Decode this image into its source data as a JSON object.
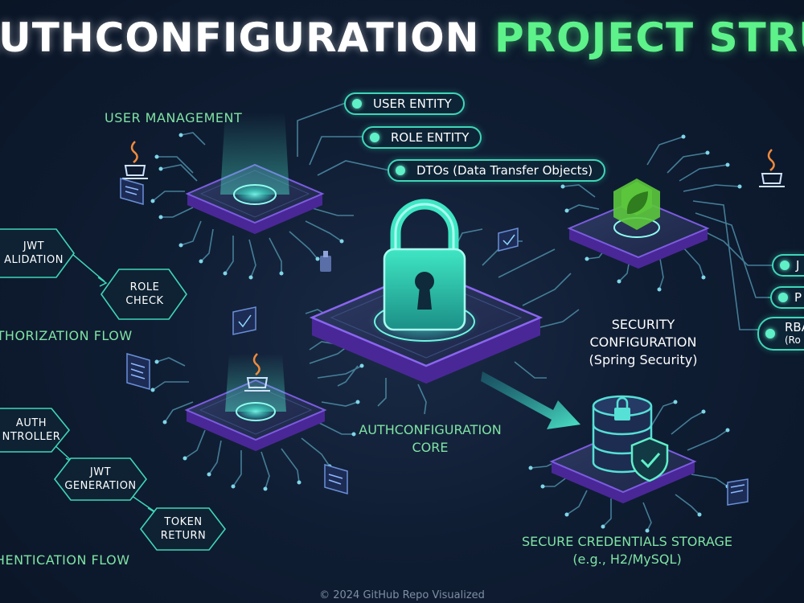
{
  "title": {
    "part1": "AUTHCONFIGURATION",
    "part2": "PROJECT STRUCTURE"
  },
  "sections": {
    "user_management": "USER MANAGEMENT",
    "authorization_flow": "AUTHORIZATION FLOW",
    "security_configuration": [
      "SECURITY",
      "CONFIGURATION",
      "(Spring Security)"
    ],
    "core": [
      "AUTHCONFIGURATION",
      "CORE"
    ],
    "authentication_flow": "AUTHENTICATION FLOW",
    "storage": [
      "SECURE CREDENTIALS STORAGE",
      "(e.g., H2/MySQL)"
    ]
  },
  "user_items": [
    "USER ENTITY",
    "ROLE ENTITY",
    "DTOs (Data Transfer Objects)"
  ],
  "security_items": [
    "J",
    "P",
    "RBA"
  ],
  "security_items_sub": [
    "(Ro"
  ],
  "authorization_steps": [
    [
      "JWT",
      "ALIDATION"
    ],
    [
      "ROLE",
      "CHECK"
    ]
  ],
  "authentication_steps": [
    [
      "AUTH",
      "NTROLLER"
    ],
    [
      "JWT",
      "GENERATION"
    ],
    [
      "TOKEN",
      "RETURN"
    ]
  ],
  "footer": "© 2024 GitHub Repo Visualized",
  "colors": {
    "accent_green": "#5df28a",
    "teal": "#3fd6b8",
    "chip_purple": "#6a3fc6",
    "background": "#0f1d33"
  },
  "icons": [
    "java-icon",
    "spring-leaf-icon",
    "padlock-icon",
    "database-icon",
    "shield-check-icon",
    "code-snippet-icon"
  ]
}
